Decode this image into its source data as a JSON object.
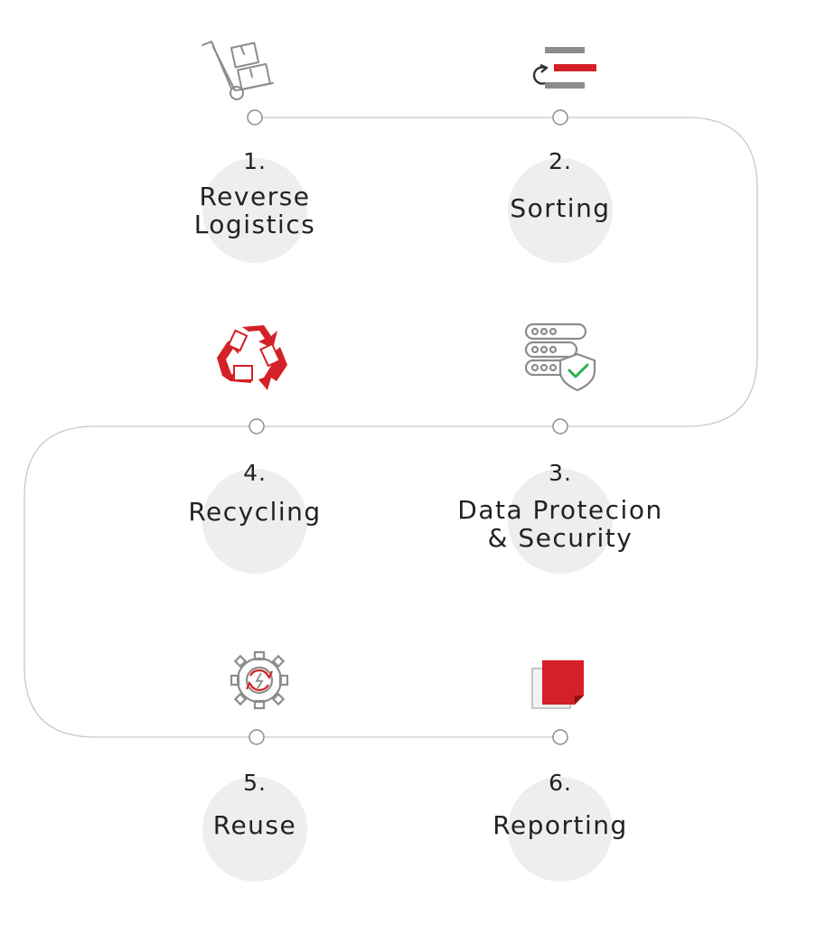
{
  "colors": {
    "accent_red": "#d42027",
    "icon_gray": "#8c8c8c",
    "path_line": "#c8c8c8",
    "bubble": "#eeeeee",
    "text": "#222222",
    "check_green": "#2bb24c"
  },
  "steps": [
    {
      "number": "1.",
      "title": "Reverse\nLogistics",
      "icon": "hand-truck-icon"
    },
    {
      "number": "2.",
      "title": "Sorting",
      "icon": "sorting-icon"
    },
    {
      "number": "3.",
      "title": "Data Protecion\n& Security",
      "icon": "server-shield-icon"
    },
    {
      "number": "4.",
      "title": "Recycling",
      "icon": "recycle-icon"
    },
    {
      "number": "5.",
      "title": "Reuse",
      "icon": "gear-refresh-icon"
    },
    {
      "number": "6.",
      "title": "Reporting",
      "icon": "report-document-icon"
    }
  ]
}
